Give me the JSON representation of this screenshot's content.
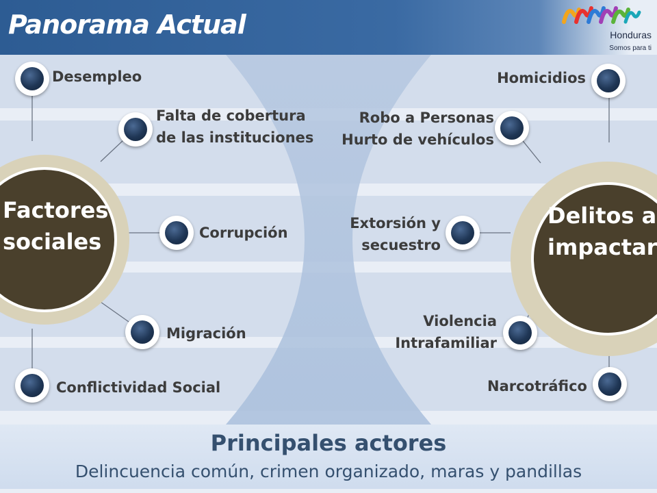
{
  "header": {
    "title": "Panorama Actual"
  },
  "logo": {
    "name": "Honduras",
    "tagline": "Somos para ti"
  },
  "left_hub": {
    "line1": "Factores",
    "line2": "sociales"
  },
  "right_hub": {
    "line1": "Delitos a",
    "line2": "impactar"
  },
  "left_items": [
    {
      "label": "Desempleo"
    },
    {
      "line1": "Falta de cobertura",
      "line2": "de las instituciones"
    },
    {
      "label": "Corrupción"
    },
    {
      "label": "Migración"
    },
    {
      "label": "Conflictividad Social"
    }
  ],
  "right_items": [
    {
      "label": "Homicidios"
    },
    {
      "line1": "Robo a Personas",
      "line2": "Hurto de vehículos"
    },
    {
      "line1": "Extorsión y",
      "line2": "secuestro"
    },
    {
      "line1": "Violencia",
      "line2": "Intrafamiliar"
    },
    {
      "label": "Narcotráfico"
    }
  ],
  "footer": {
    "title": "Principales actores",
    "subtitle": "Delincuencia común, crimen organizado, maras y pandillas"
  },
  "colors": {
    "header": "#2d5c93",
    "hub": "#4a402c",
    "hub_ring": "#d9d2b9",
    "node": "#1f3655",
    "text": "#3c3c3c",
    "footer_text": "#35506f"
  }
}
